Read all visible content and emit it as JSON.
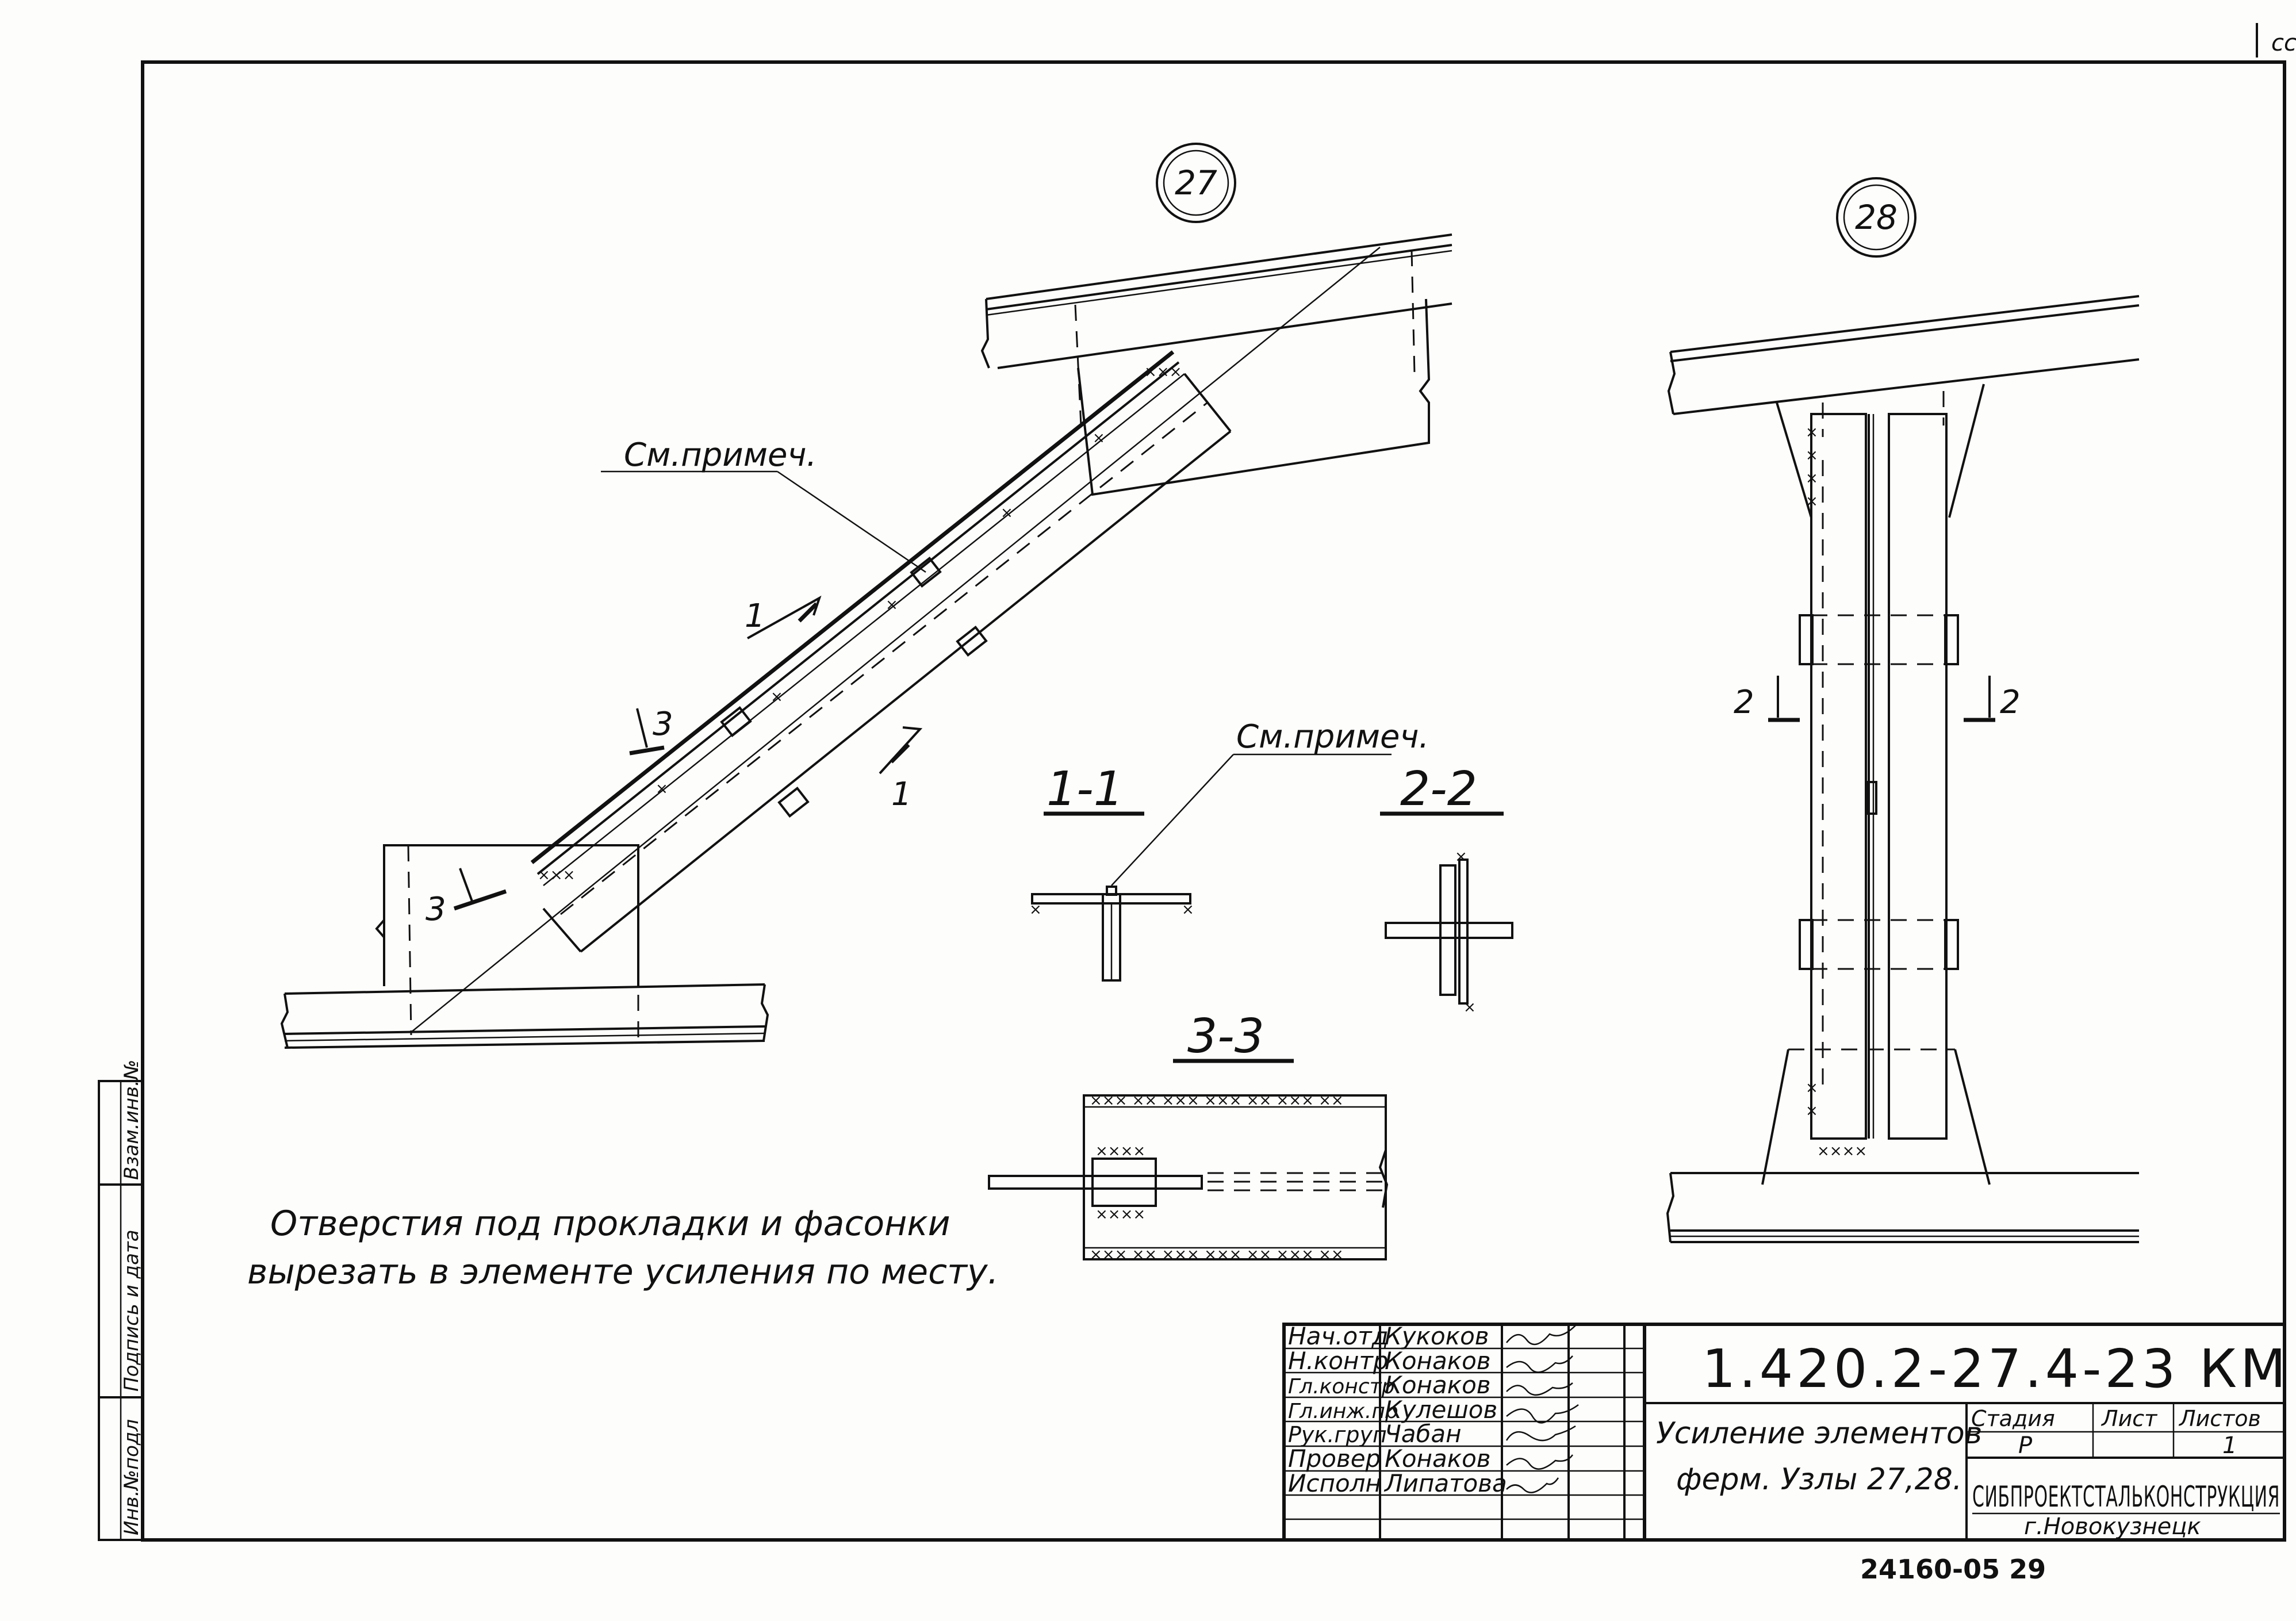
{
  "corner_mark": "cc",
  "callouts": {
    "node_27": "27",
    "node_28": "28",
    "note_ref_1": "См.примеч.",
    "note_ref_2": "См.примеч."
  },
  "cut_markers": {
    "m1a": "1",
    "m1b": "1",
    "m3a": "3",
    "m3b": "3",
    "m2a": "2",
    "m2b": "2"
  },
  "sections": {
    "s11": "1-1",
    "s22": "2-2",
    "s33": "3-3"
  },
  "note": {
    "line1": "Отверстия под прокладки и фасонки",
    "line2": "вырезать в элементе усиления по месту."
  },
  "side_stamp": [
    "Инв.№подл",
    "Подпись и дата",
    "Взам.инв.№"
  ],
  "title_block": {
    "rows": [
      {
        "role": "Нач.отд",
        "name": "Кукоков"
      },
      {
        "role": "Н.контр",
        "name": "Конаков"
      },
      {
        "role": "Гл.констр",
        "name": "Конаков"
      },
      {
        "role": "Гл.инж.пр",
        "name": "Кулешов"
      },
      {
        "role": "Рук.груп",
        "name": "Чабан"
      },
      {
        "role": "Провер",
        "name": "Конаков"
      },
      {
        "role": "Исполн",
        "name": "Липатова"
      }
    ],
    "code": "1.420.2-27.4-23 КМ",
    "description_line1": "Усиление элементов",
    "description_line2": "ферм. Узлы 27,28.",
    "stage_header": "Стадия",
    "sheet_header": "Лист",
    "sheets_header": "Листов",
    "stage_value": "Р",
    "sheet_value": "",
    "sheets_value": "1",
    "organization": "СИБПРОЕКТСТАЛЬКОНСТРУКЦИЯ",
    "city": "г.Новокузнецк"
  },
  "archive_number": "24160-05 29"
}
